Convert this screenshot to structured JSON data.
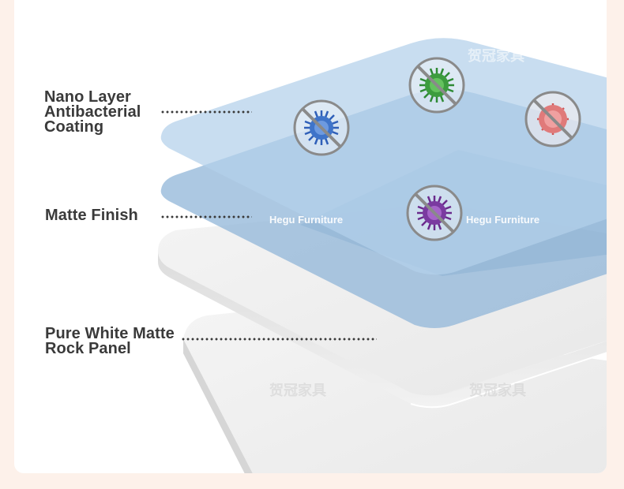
{
  "labels": {
    "nano_line1": "Nano Layer",
    "nano_line2": "Antibacterial",
    "nano_line3": "Coating",
    "matte": "Matte Finish",
    "rock_line1": "Pure White Matte",
    "rock_line2": "Rock Panel"
  },
  "brand": {
    "left": "Hegu Furniture",
    "right": "Hegu Furniture"
  },
  "watermarks": {
    "top": "贺冠家具",
    "bottom_left": "贺冠家具",
    "bottom_right": "贺冠家具"
  },
  "icons": [
    "blue-virus-crossed-icon",
    "green-virus-crossed-icon",
    "red-virus-crossed-icon",
    "purple-virus-crossed-icon"
  ],
  "colors": {
    "background": "#fdf1ea",
    "card": "#ffffff",
    "text": "#3a3a3a",
    "coating_layer": "#bcd6ec",
    "matte_layer": "#8fb5d8"
  }
}
